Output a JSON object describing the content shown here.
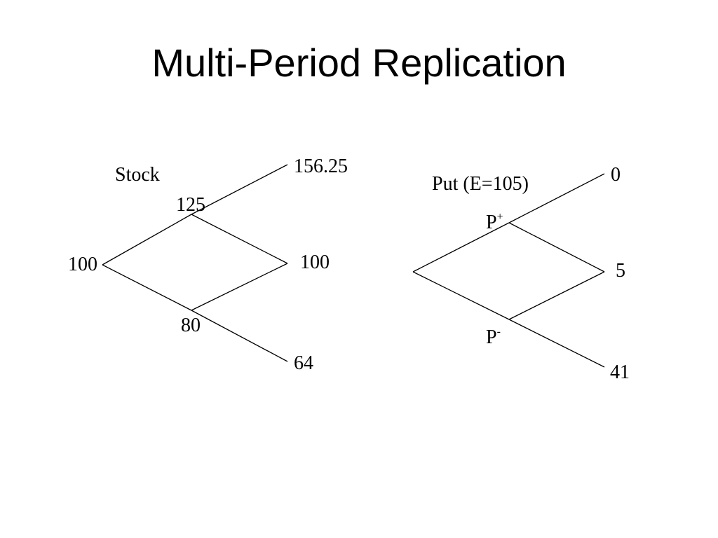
{
  "slide": {
    "title": "Multi-Period Replication"
  },
  "stock_tree": {
    "heading": "Stock",
    "root": "100",
    "up": "125",
    "down": "80",
    "up_up": "156.25",
    "up_down": "100",
    "down_down": "64"
  },
  "put_tree": {
    "heading": "Put (E=105)",
    "up_letter": "P",
    "up_sign": "+",
    "down_letter": "P",
    "down_sign": "-",
    "up_up": "0",
    "up_down": "5",
    "down_down": "41"
  }
}
